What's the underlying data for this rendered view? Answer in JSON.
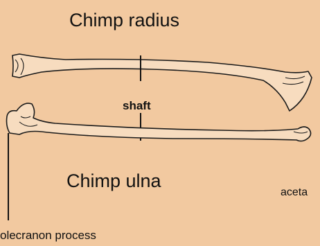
{
  "diagram": {
    "background_color": "#f2c9a0",
    "labels": {
      "radius_title": "Chimp radius",
      "shaft": "shaft",
      "ulna_title": "Chimp ulna",
      "acetabulum_partial": "aceta",
      "olecranon": "olecranon process"
    }
  }
}
